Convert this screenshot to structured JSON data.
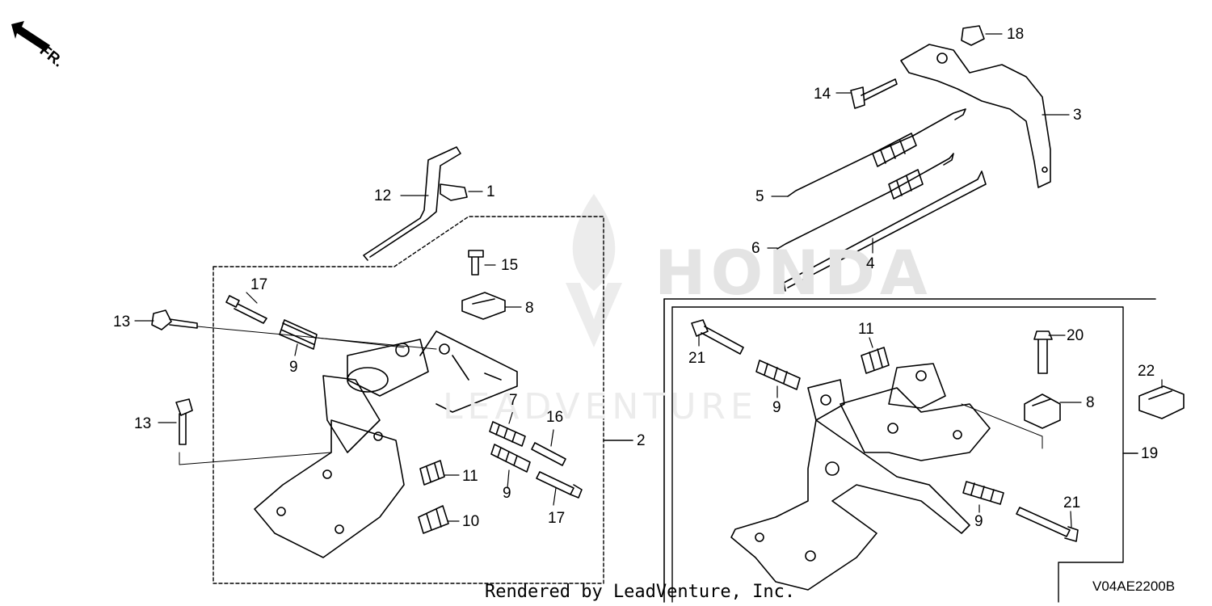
{
  "watermark": {
    "brand": "HONDA",
    "dealer": "LEADVENTURE"
  },
  "direction": {
    "label": "FR."
  },
  "footer": {
    "rendered_by": "Rendered by LeadVenture, Inc.",
    "diagram_code": "V04AE2200B"
  },
  "callouts": {
    "c1": "1",
    "c2": "2",
    "c3": "3",
    "c4": "4",
    "c5": "5",
    "c6": "6",
    "c7": "7",
    "c8a": "8",
    "c8b": "8",
    "c9a": "9",
    "c9b": "9",
    "c9c": "9",
    "c9d": "9",
    "c10": "10",
    "c11a": "11",
    "c11b": "11",
    "c12": "12",
    "c13a": "13",
    "c13b": "13",
    "c14": "14",
    "c15": "15",
    "c16": "16",
    "c17a": "17",
    "c17b": "17",
    "c18": "18",
    "c19": "19",
    "c20": "20",
    "c21a": "21",
    "c21b": "21",
    "c22": "22"
  }
}
